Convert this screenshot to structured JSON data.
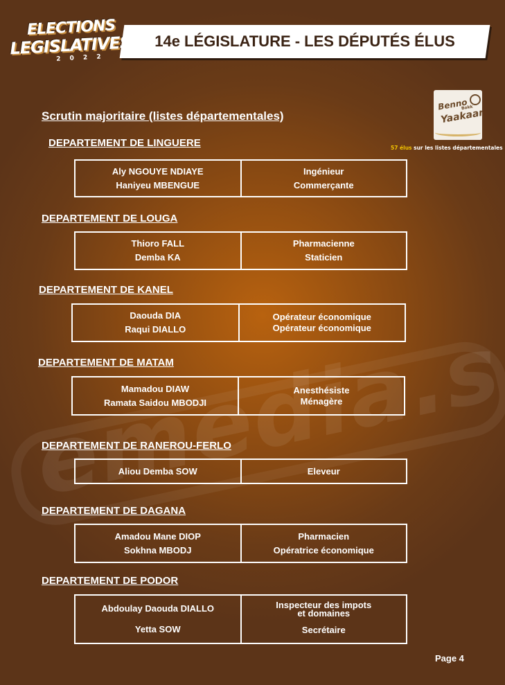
{
  "logo": {
    "line1": "ELECTIONS",
    "line2": "LEGISLATIVES",
    "year": "2 0 2 2"
  },
  "title": "14e LÉGISLATURE - LES DÉPUTÉS ÉLUS",
  "section_heading": "Scrutin majoritaire (listes départementales)",
  "coalition_logo": {
    "line1": "Benno",
    "line2": "Bokk",
    "line3": "Yaakaar"
  },
  "elus_note": {
    "count": "57 élus",
    "text": " sur les listes départementales"
  },
  "watermark": "emedia.sn",
  "departments": [
    {
      "name": "DEPARTEMENT DE LINGUERE",
      "names": [
        "Aly NGOUYE NDIAYE",
        "Haniyeu MBENGUE"
      ],
      "jobs": [
        "Ingénieur",
        "Commerçante"
      ]
    },
    {
      "name": "DEPARTEMENT DE LOUGA",
      "names": [
        "Thioro FALL",
        "Demba KA"
      ],
      "jobs": [
        "Pharmacienne",
        "Staticien"
      ]
    },
    {
      "name": "DEPARTEMENT DE KANEL",
      "names": [
        "Daouda DIA",
        "Raqui DIALLO"
      ],
      "jobs": [
        "Opérateur économique",
        "Opérateur économique"
      ]
    },
    {
      "name": "DEPARTEMENT DE MATAM",
      "names": [
        "Mamadou DIAW",
        "Ramata Saidou MBODJI"
      ],
      "jobs": [
        "Anesthésiste",
        "Ménagère"
      ]
    },
    {
      "name": "DEPARTEMENT DE RANEROU-FERLO",
      "names": [
        "Aliou Demba SOW"
      ],
      "jobs": [
        "Eleveur"
      ]
    },
    {
      "name": "DEPARTEMENT DE DAGANA",
      "names": [
        "Amadou Mane DIOP",
        "Sokhna MBODJ"
      ],
      "jobs": [
        "Pharmacien",
        "Opératrice économique"
      ]
    },
    {
      "name": "DEPARTEMENT DE PODOR",
      "names": [
        "Abdoulay Daouda DIALLO",
        "Yetta SOW"
      ],
      "jobs": [
        "Inspecteur des impots",
        "et domaines",
        "Secrétaire"
      ]
    }
  ],
  "page": "Page 4"
}
